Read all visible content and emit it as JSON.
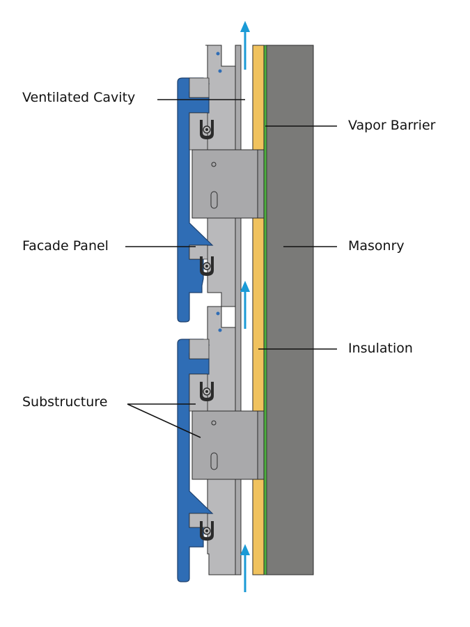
{
  "labels": {
    "ventilated_cavity": "Ventilated Cavity",
    "vapor_barrier": "Vapor Barrier",
    "facade_panel": "Facade Panel",
    "masonry": "Masonry",
    "insulation": "Insulation",
    "substructure": "Substructure"
  },
  "colors": {
    "masonry": "#7a7a78",
    "insulation": "#f0c25e",
    "vapor_barrier": "#4caf3e",
    "facade_panel": "#2f6db5",
    "substructure": "#b9b9bb",
    "airflow_arrow": "#1a9ad6",
    "outline": "#2b2b2b"
  },
  "icons": {
    "airflow": "arrow-up-icon"
  }
}
